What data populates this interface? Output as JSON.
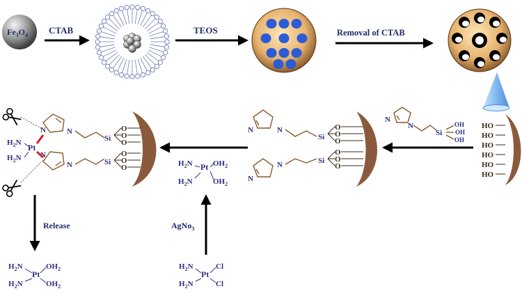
{
  "labels": {
    "fe3o4_base": "Fe",
    "fe3o4_sub1": "3",
    "fe3o4_mid": "O",
    "fe3o4_sub2": "4",
    "step1": "CTAB",
    "step2": "TEOS",
    "step3": "Removal of CTAB",
    "release": "Release",
    "agno3": "AgNo",
    "agno3_sub": "3"
  },
  "chem": {
    "si": "Si",
    "o": "O",
    "n": "N",
    "ho": "HO",
    "oh": "OH",
    "pt": "Pt",
    "h2n": "H2N",
    "oh2": "OH2",
    "cl": "Cl"
  },
  "colors": {
    "particle_grey": "#7a7a7a",
    "sphere_gold": "#e7b36f",
    "pore_blue": "#2d5bd6",
    "crescent_brown": "#8b5a3c",
    "cone_blue": "#7fb8ef",
    "text_navy": "#1f2a6e"
  }
}
